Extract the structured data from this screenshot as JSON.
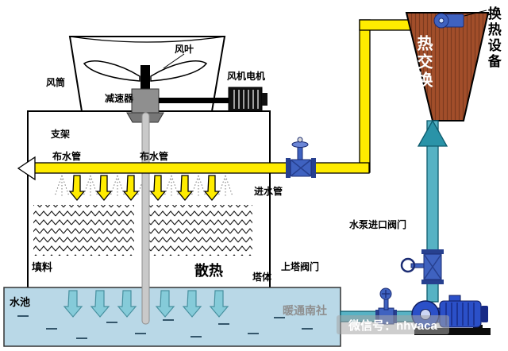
{
  "colors": {
    "pipe_yellow": "#ffec00",
    "pipe_teal": "#57b2c4",
    "arrow_teal_dark": "#2a93a8",
    "pool_blue": "#b9d8e7",
    "pool_arrow": "#85cbd9",
    "exchanger_brick": "#a24e2a",
    "pump_blue": "#2b50c8",
    "valve_blue": "#3f62c0"
  },
  "labels": {
    "fan_blade": "风叶",
    "fan_duct": "风筒",
    "fan_motor": "风机电机",
    "reducer": "减速器",
    "bracket": "支架",
    "water_distribution_pipe": "布水管",
    "inlet_pipe": "进水管",
    "fill_material": "填料",
    "heat_dissipation": "散热",
    "tower_body": "塔体",
    "pool": "水池",
    "upper_tower_valve": "上塔阀门",
    "pump_inlet_valve": "水泵进口阀门",
    "heat_exchange": "热交换",
    "heat_exchange_equipment": "换热设备"
  },
  "watermark": {
    "brand": "暖通南社",
    "wechat": "微信号：nhvaca"
  }
}
